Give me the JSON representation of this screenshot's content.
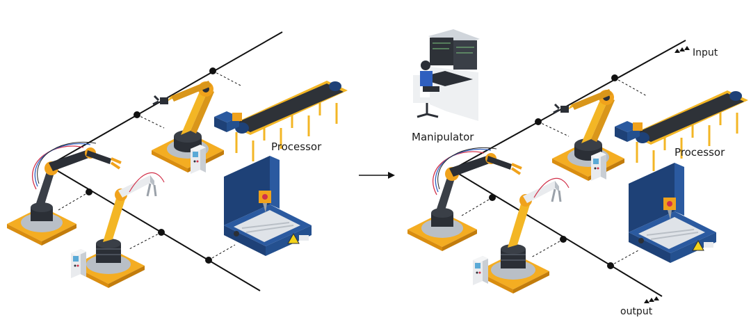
{
  "labels": {
    "processor_left": "Processor",
    "processor_right": "Processor",
    "manipulator": "Manipulator",
    "input": "Input",
    "output": "output"
  },
  "colors": {
    "robot_yellow": "#f3b625",
    "robot_orange": "#f0a21c",
    "base_plate": "#f4ad22",
    "base_disc": "#b9bfc6",
    "dark_metal": "#2b2f36",
    "machine_blue": "#2b5aa0",
    "machine_blue_dark": "#1e4177",
    "conveyor_belt": "#2e3238",
    "line": "#111111"
  },
  "icons": [
    "arrow-right-icon",
    "chevron-triple-icon",
    "robot-arm-icon",
    "conveyor-icon",
    "cnc-machine-icon",
    "operator-desk-icon",
    "control-panel-icon"
  ]
}
